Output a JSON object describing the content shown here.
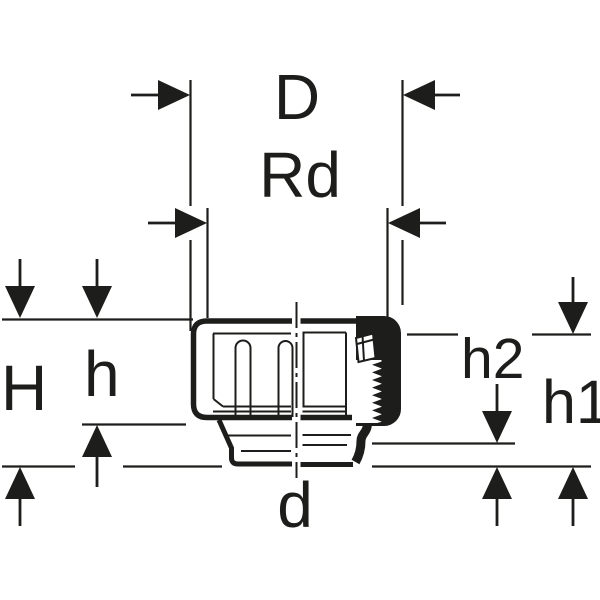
{
  "drawing": {
    "background_color": "#ffffff",
    "ink_color": "#1d1d1b",
    "dimension_labels": {
      "outer_diameter": "D",
      "thread_size": "Rd",
      "overall_height": "H",
      "cap_height": "h",
      "height_h2": "h2",
      "height_h1": "h1",
      "spigot_diameter": "d"
    }
  }
}
